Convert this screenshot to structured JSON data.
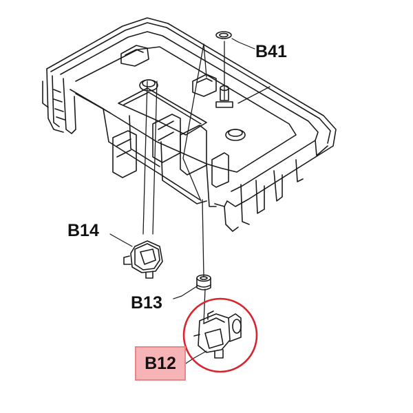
{
  "parts": {
    "b41": {
      "label": "B41"
    },
    "b14": {
      "label": "B14"
    },
    "b13": {
      "label": "B13"
    },
    "b12": {
      "label": "B12"
    }
  },
  "highlight": {
    "circle_color": "#d9232d",
    "label_fill": "#f6b4b6",
    "label_border": "#e8868a"
  }
}
